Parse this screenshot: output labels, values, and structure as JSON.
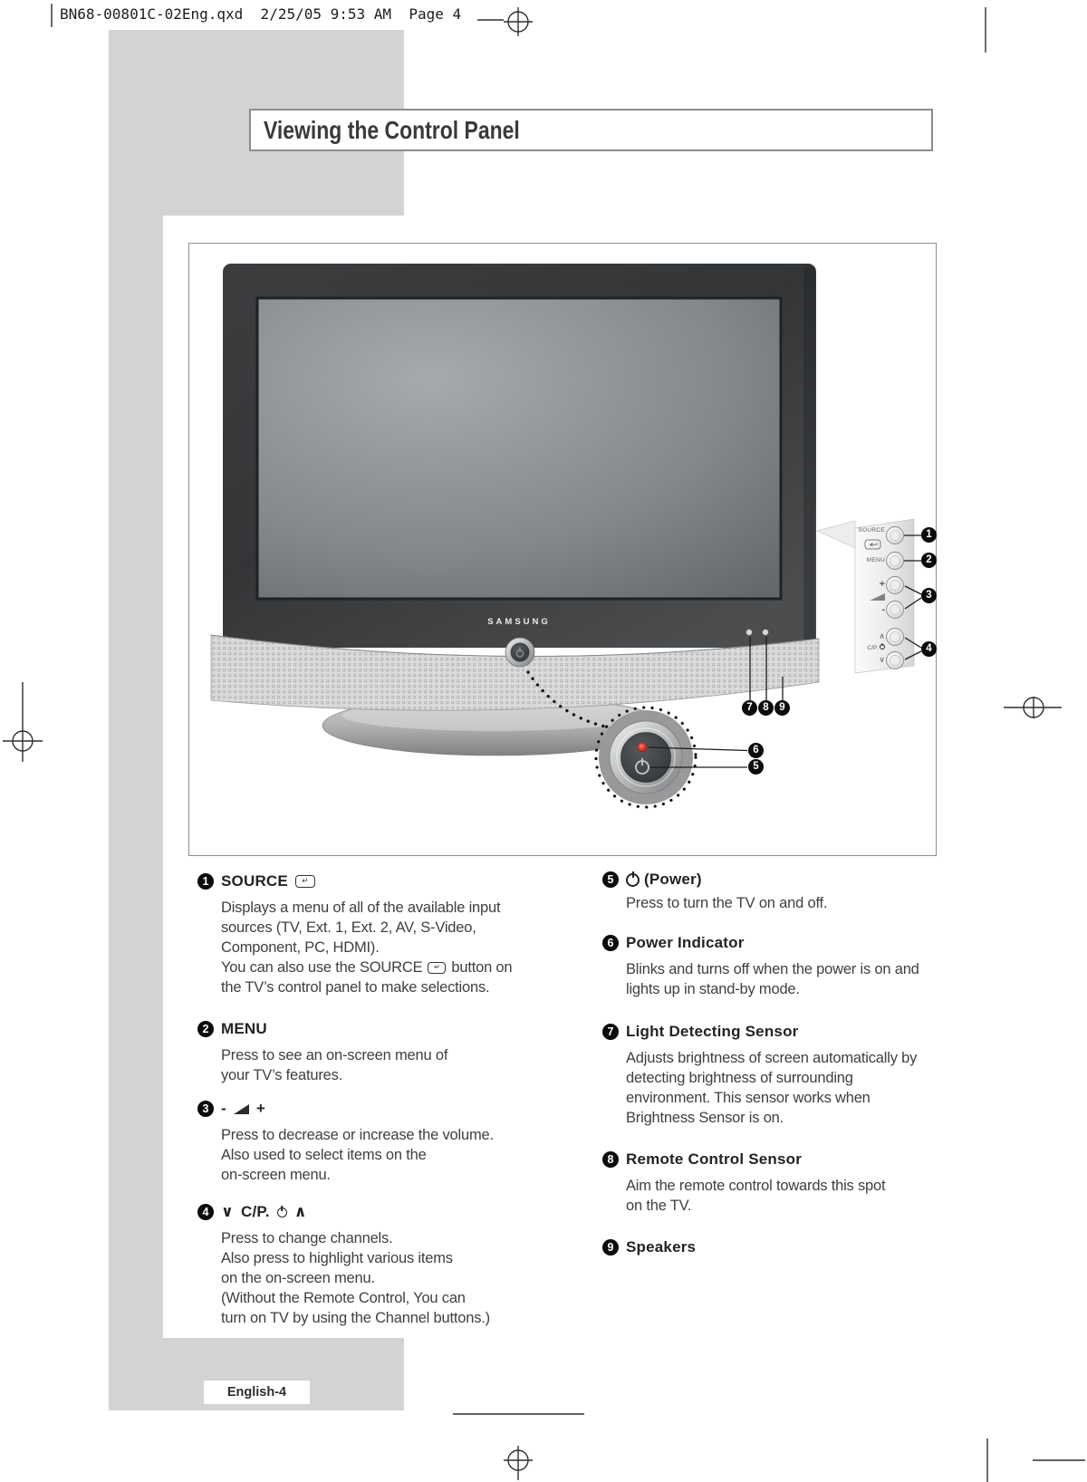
{
  "page": {
    "header_line": "BN68-00801C-02Eng.qxd  2/25/05 9:53 AM  Page 4",
    "title": "Viewing the Control Panel"
  },
  "icons": {
    "enter": "↵"
  },
  "figure": {
    "brand": "SAMSUNG",
    "panel": {
      "source": "SOURCE",
      "menu": "MENU",
      "plus": "+",
      "minus": "-",
      "up": "∧",
      "cp": "C/P.",
      "down": "∨"
    },
    "callouts": [
      "1",
      "2",
      "3",
      "4",
      "5",
      "6",
      "7",
      "8",
      "9"
    ]
  },
  "sections": {
    "left": [
      {
        "num": "1",
        "title": "SOURCE",
        "body": [
          "Displays a menu of all of the available input",
          "sources (TV, Ext. 1, Ext. 2, AV, S-Video,",
          "Component, PC, HDMI)."
        ],
        "body_inline_pre": "You can also use the SOURCE",
        "body_inline_post": "button on",
        "body_tail": "the TV’s control panel to make selections."
      },
      {
        "num": "2",
        "title": "MENU",
        "body": [
          "Press to see an on-screen menu of",
          "your TV’s features."
        ]
      },
      {
        "num": "3",
        "minus": "-",
        "plus": "+",
        "body": [
          "Press to decrease or increase the volume.",
          "Also used to select items on the",
          "on-screen menu."
        ]
      },
      {
        "num": "4",
        "down": "∨",
        "cp": "C/P.",
        "up": "∧",
        "body": [
          "Press to change channels.",
          "Also press to highlight various items",
          "on the on-screen menu.",
          "(Without the Remote Control, You can",
          "turn on TV by using the Channel buttons.)"
        ]
      }
    ],
    "right": [
      {
        "num": "5",
        "title": "(Power)",
        "body": [
          "Press to turn the TV on and off."
        ]
      },
      {
        "num": "6",
        "title": "Power Indicator",
        "body": [
          "Blinks and turns off when the power is on and",
          "lights up in stand-by mode."
        ]
      },
      {
        "num": "7",
        "title": "Light Detecting Sensor",
        "body": [
          "Adjusts brightness of screen automatically by",
          "detecting brightness of surrounding",
          "environment. This sensor works when",
          "Brightness Sensor is on."
        ]
      },
      {
        "num": "8",
        "title": "Remote Control Sensor",
        "body": [
          "Aim the remote control towards this spot",
          "on the TV."
        ]
      },
      {
        "num": "9",
        "title": "Speakers"
      }
    ]
  },
  "footer": {
    "badge": "English-4"
  }
}
